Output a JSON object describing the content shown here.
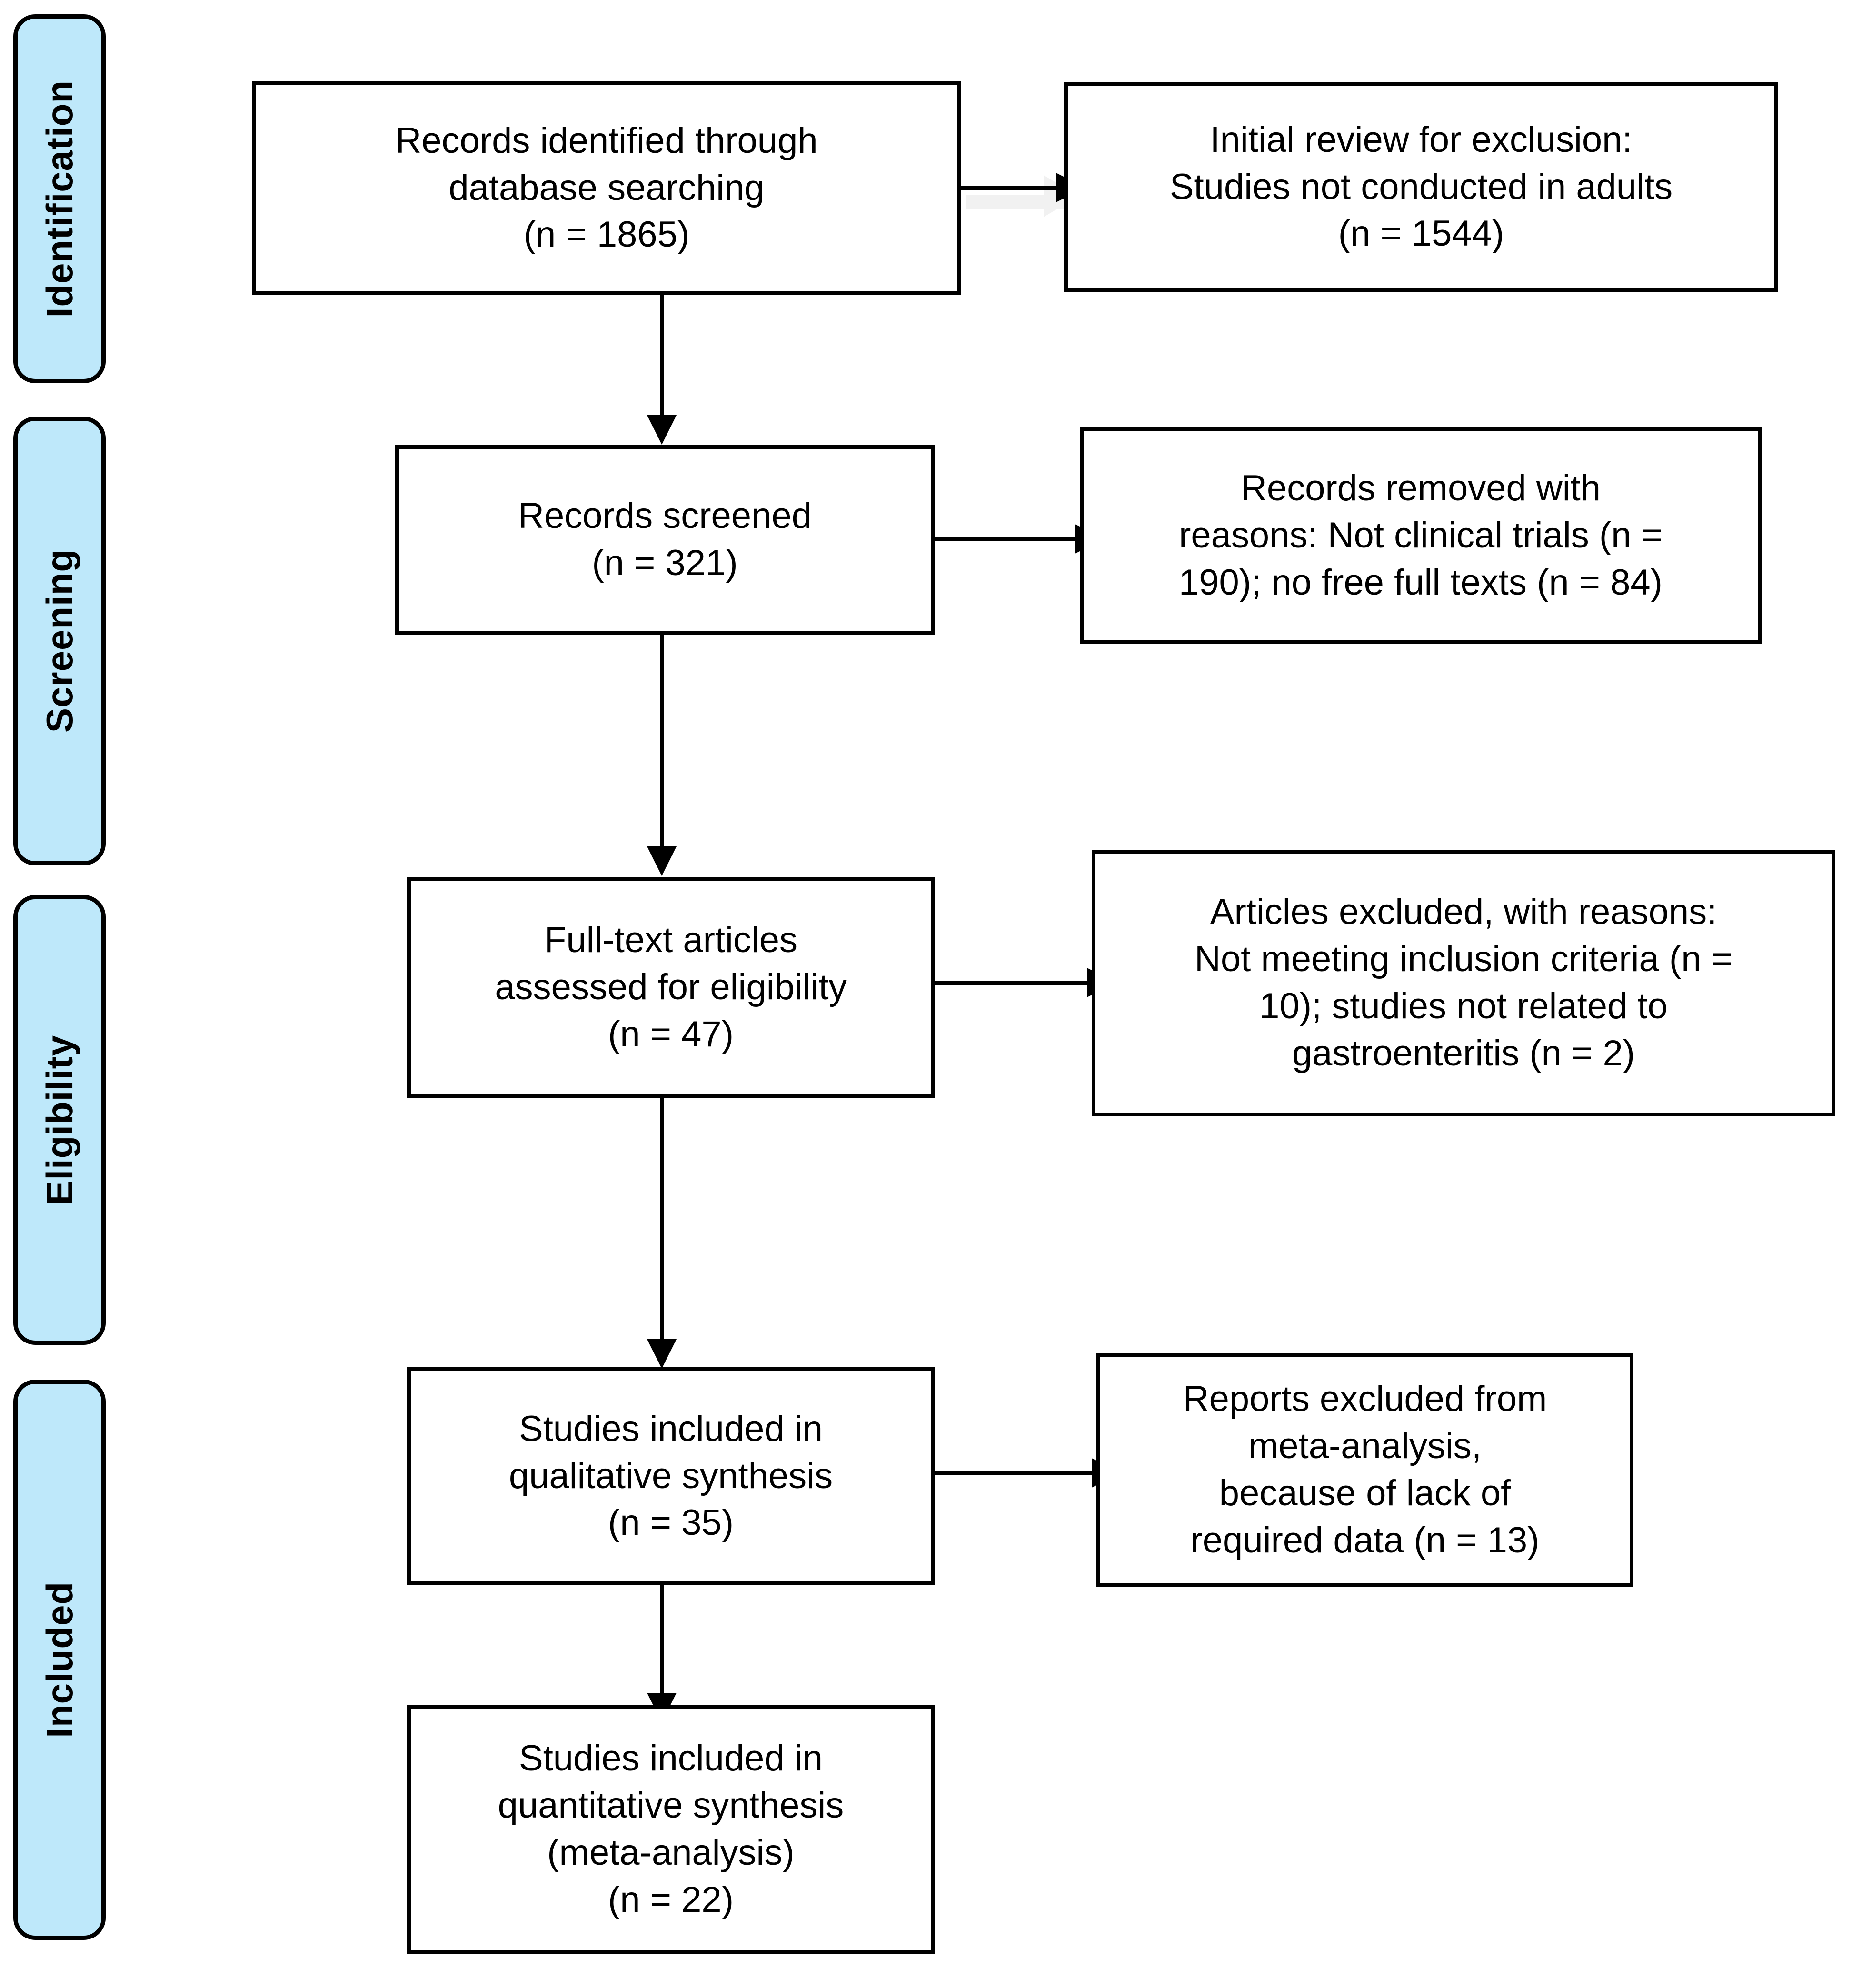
{
  "diagram": {
    "type": "prisma-flow-diagram",
    "accent_color": "#bee8fa",
    "line_color": "#000000",
    "background_color": "#ffffff"
  },
  "stages": [
    {
      "id": "identification",
      "label": "Identification"
    },
    {
      "id": "screening",
      "label": "Screening"
    },
    {
      "id": "eligibility",
      "label": "Eligibility"
    },
    {
      "id": "included",
      "label": "Included"
    }
  ],
  "boxes": {
    "records_identified": {
      "text": "Records identified through\ndatabase searching\n(n = 1865)",
      "n": 1865
    },
    "initial_review_excluded": {
      "text": "Initial review for exclusion:\nStudies not conducted in adults\n(n = 1544)",
      "n": 1544
    },
    "records_screened": {
      "text": "Records screened\n(n = 321)",
      "n": 321
    },
    "records_removed": {
      "text": "Records removed with\nreasons: Not clinical trials (n =\n190); no free full texts (n = 84)",
      "n_not_clinical_trials": 190,
      "n_no_free_full_texts": 84
    },
    "full_text_assessed": {
      "text": "Full-text articles\nassessed for eligibility\n(n = 47)",
      "n": 47
    },
    "articles_excluded": {
      "text": "Articles excluded, with reasons:\nNot meeting inclusion criteria (n =\n10); studies not related to\ngastroenteritis (n = 2)",
      "n_not_meeting_inclusion": 10,
      "n_not_related_gastroenteritis": 2
    },
    "qualitative_synthesis": {
      "text": "Studies included in\nqualitative synthesis\n(n = 35)",
      "n": 35
    },
    "reports_excluded_meta": {
      "text": "Reports excluded from\nmeta-analysis,\nbecause of lack of\nrequired data (n = 13)",
      "n": 13
    },
    "quantitative_synthesis": {
      "text": "Studies included in\nquantitative synthesis\n(meta-analysis)\n(n = 22)",
      "n": 22
    }
  }
}
